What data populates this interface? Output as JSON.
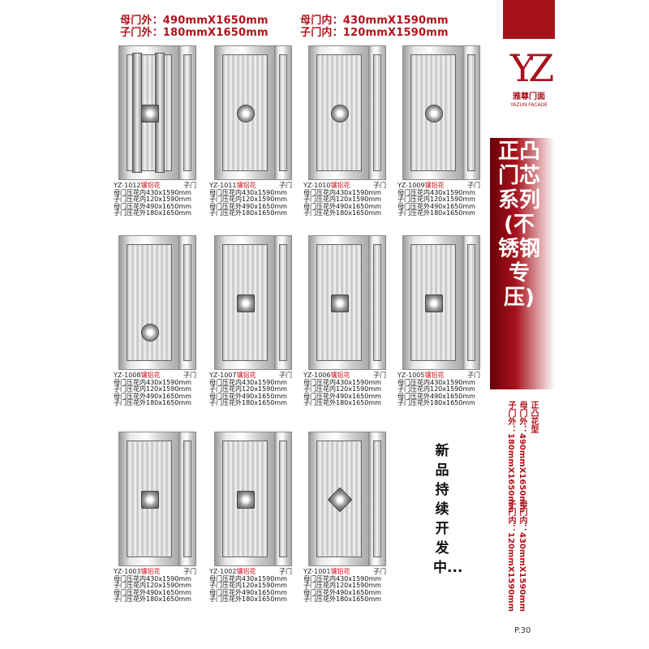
{
  "header": {
    "left_line1": "母门外：490mmX1650mm",
    "left_line2": "子门外：180mmX1650mm",
    "right_line1": "母门内：430mmX1590mm",
    "right_line2": "子门内：120mmX1590mm"
  },
  "brand": {
    "logo_mark": "YZ",
    "name_cn": "雅尊门面",
    "name_en": "YAZUN FACADE"
  },
  "banner": {
    "title": "正凸门芯系列(不锈钢专压)"
  },
  "side_spec": {
    "col1": "正凸花型",
    "col2": "母门外：490mmX1650mm",
    "col3": "子门外：180mmX1650mm",
    "col4": "母门内：430mmX1590mm",
    "col5": "子门内：120mmX1590mm"
  },
  "developing_note": "新品持续开发中...",
  "page_number": "P.30",
  "spec_labels": {
    "sub_door": "子门",
    "line1": "母门压花内430x1590mm",
    "line2": "子门压花内120x1590mm",
    "line3": "母门压花外490x1650mm",
    "line4": "子门压花外180x1650mm"
  },
  "products": [
    {
      "code": "YZ-1012",
      "flower": "镶铝花"
    },
    {
      "code": "YZ-1011",
      "flower": "镶铝花"
    },
    {
      "code": "YZ-1010",
      "flower": "镶铝花"
    },
    {
      "code": "YZ-1009",
      "flower": "镶铝花"
    },
    {
      "code": "YZ-1008",
      "flower": "镶铝花"
    },
    {
      "code": "YZ-1007",
      "flower": "镶铝花"
    },
    {
      "code": "YZ-1006",
      "flower": "镶铝花"
    },
    {
      "code": "YZ-1005",
      "flower": "镶铝花"
    },
    {
      "code": "YZ-1003",
      "flower": "镶铝花"
    },
    {
      "code": "YZ-1002",
      "flower": "镶铝花"
    },
    {
      "code": "YZ-1001",
      "flower": "镶铝花"
    }
  ],
  "colors": {
    "accent_red": "#b0121a",
    "banner_red": "#a8121c"
  }
}
